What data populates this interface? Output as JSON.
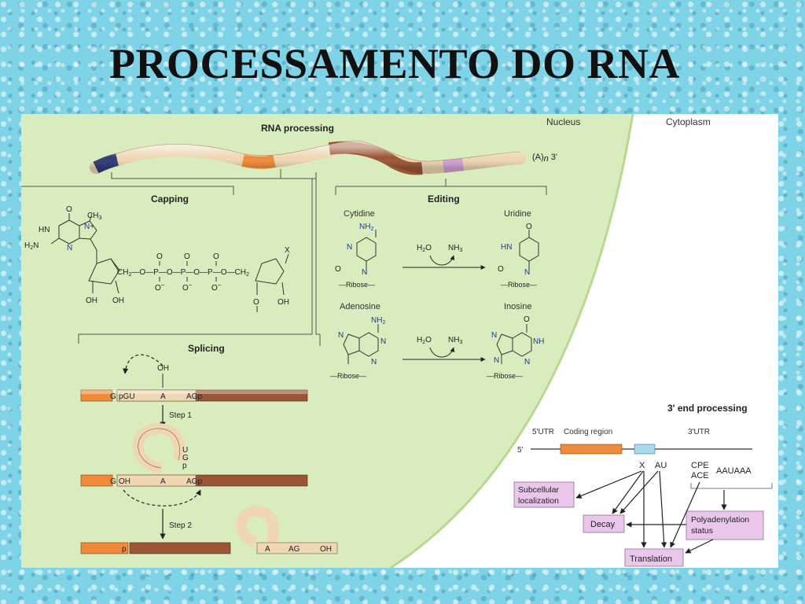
{
  "slide": {
    "title": "PROCESSAMENTO DO RNA"
  },
  "figure": {
    "header": {
      "rna_processing": "RNA processing",
      "nucleus": "Nucleus",
      "cytoplasm": "Cytoplasm",
      "poly_a": "(A)",
      "poly_a_n": "n",
      "poly_a_end": "3'"
    },
    "capping": {
      "title": "Capping",
      "ch3": "CH",
      "ch3_sub": "3",
      "n": "N",
      "n_plus": "N+",
      "hn": "HN",
      "o": "O",
      "h2n": "H",
      "h2n_sub": "2",
      "h2n_n": "N",
      "ch2a": "CH",
      "ch2a_sub": "2",
      "ch2b": "CH",
      "ch2b_sub": "2",
      "p1": "P",
      "p2": "P",
      "p3": "P",
      "om1": "O",
      "om2": "O",
      "om3": "O",
      "minus": "−",
      "oh1": "OH",
      "oh2": "OH",
      "oh3": "OH",
      "x": "X",
      "o_dash": "O"
    },
    "editing": {
      "title": "Editing",
      "cytidine": "Cytidine",
      "uridine": "Uridine",
      "adenosine": "Adenosine",
      "inosine": "Inosine",
      "nh2a": "NH",
      "nh2a_sub": "2",
      "nh2b": "NH",
      "nh2b_sub": "2",
      "h2o_1": "H",
      "h2o_1_sub": "2",
      "h2o_1_o": "O",
      "nh3_1": "NH",
      "nh3_1_sub": "3",
      "h2o_2": "H",
      "h2o_2_sub": "2",
      "h2o_2_o": "O",
      "nh3_2": "NH",
      "nh3_2_sub": "3",
      "ribose1": "Ribose",
      "ribose2": "Ribose",
      "ribose3": "Ribose",
      "ribose4": "Ribose",
      "hn1": "HN",
      "hn2": "N",
      "o_a": "O",
      "o_b": "O",
      "o_c": "O",
      "o_d": "O",
      "n_a": "N",
      "n_b": "N",
      "n_c": "N",
      "n_d": "N",
      "n_e": "N",
      "n_f": "N",
      "n_g": "N",
      "n_h": "N",
      "n_i": "N"
    },
    "splicing": {
      "title": "Splicing",
      "oh_top": "OH",
      "row1_g": "G",
      "row1_pgu": "pGU",
      "row1_a": "A",
      "row1_agp": "AGp",
      "step1": "Step 1",
      "lariat_u": "U",
      "lariat_g": "G",
      "lariat_p": "p",
      "row2_g": "G",
      "row2_oh": "OH",
      "row2_a": "A",
      "row2_agp": "AGp",
      "step2": "Step 2",
      "row3_p": "p",
      "plus": "+",
      "row3_a": "A",
      "row3_ag": "AG",
      "row3_oh": "OH"
    },
    "end_processing": {
      "title": "3' end processing",
      "utr5": "5'UTR",
      "coding": "Coding region",
      "utr3": "3'UTR",
      "five_prime": "5'",
      "x": "X",
      "au": "AU",
      "cpe": "CPE",
      "ace": "ACE",
      "auuaaa": "AAUAAA",
      "subcellular": "Subcellular",
      "localization": "localization",
      "decay": "Decay",
      "polyadenylation": "Polyadenylation",
      "status": "status",
      "translation": "Translation"
    },
    "colors": {
      "cap": "#2e3b78",
      "rna": "#efd7b3",
      "exon": "#f08a3a",
      "intron": "#9a5534",
      "edit": "#d6a2d6",
      "nucleus_bg": "#d9ecbd",
      "cytoplasm_bg": "#ffffff",
      "box": "#eac6ea",
      "utr_box": "#a9d9ea"
    }
  }
}
